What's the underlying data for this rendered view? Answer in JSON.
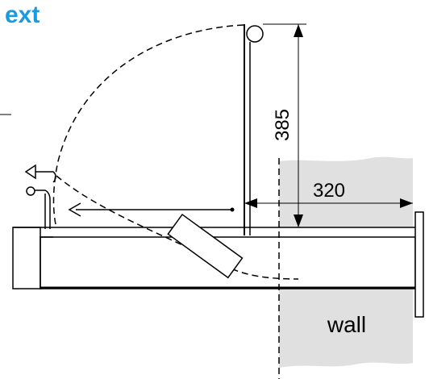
{
  "title": "ext",
  "dimensions": {
    "height": "385",
    "depth": "320"
  },
  "wall_label": "wall",
  "colors": {
    "title": "#1a9be0",
    "wall_fill": "#e0e0e0",
    "lines": "#000000"
  }
}
